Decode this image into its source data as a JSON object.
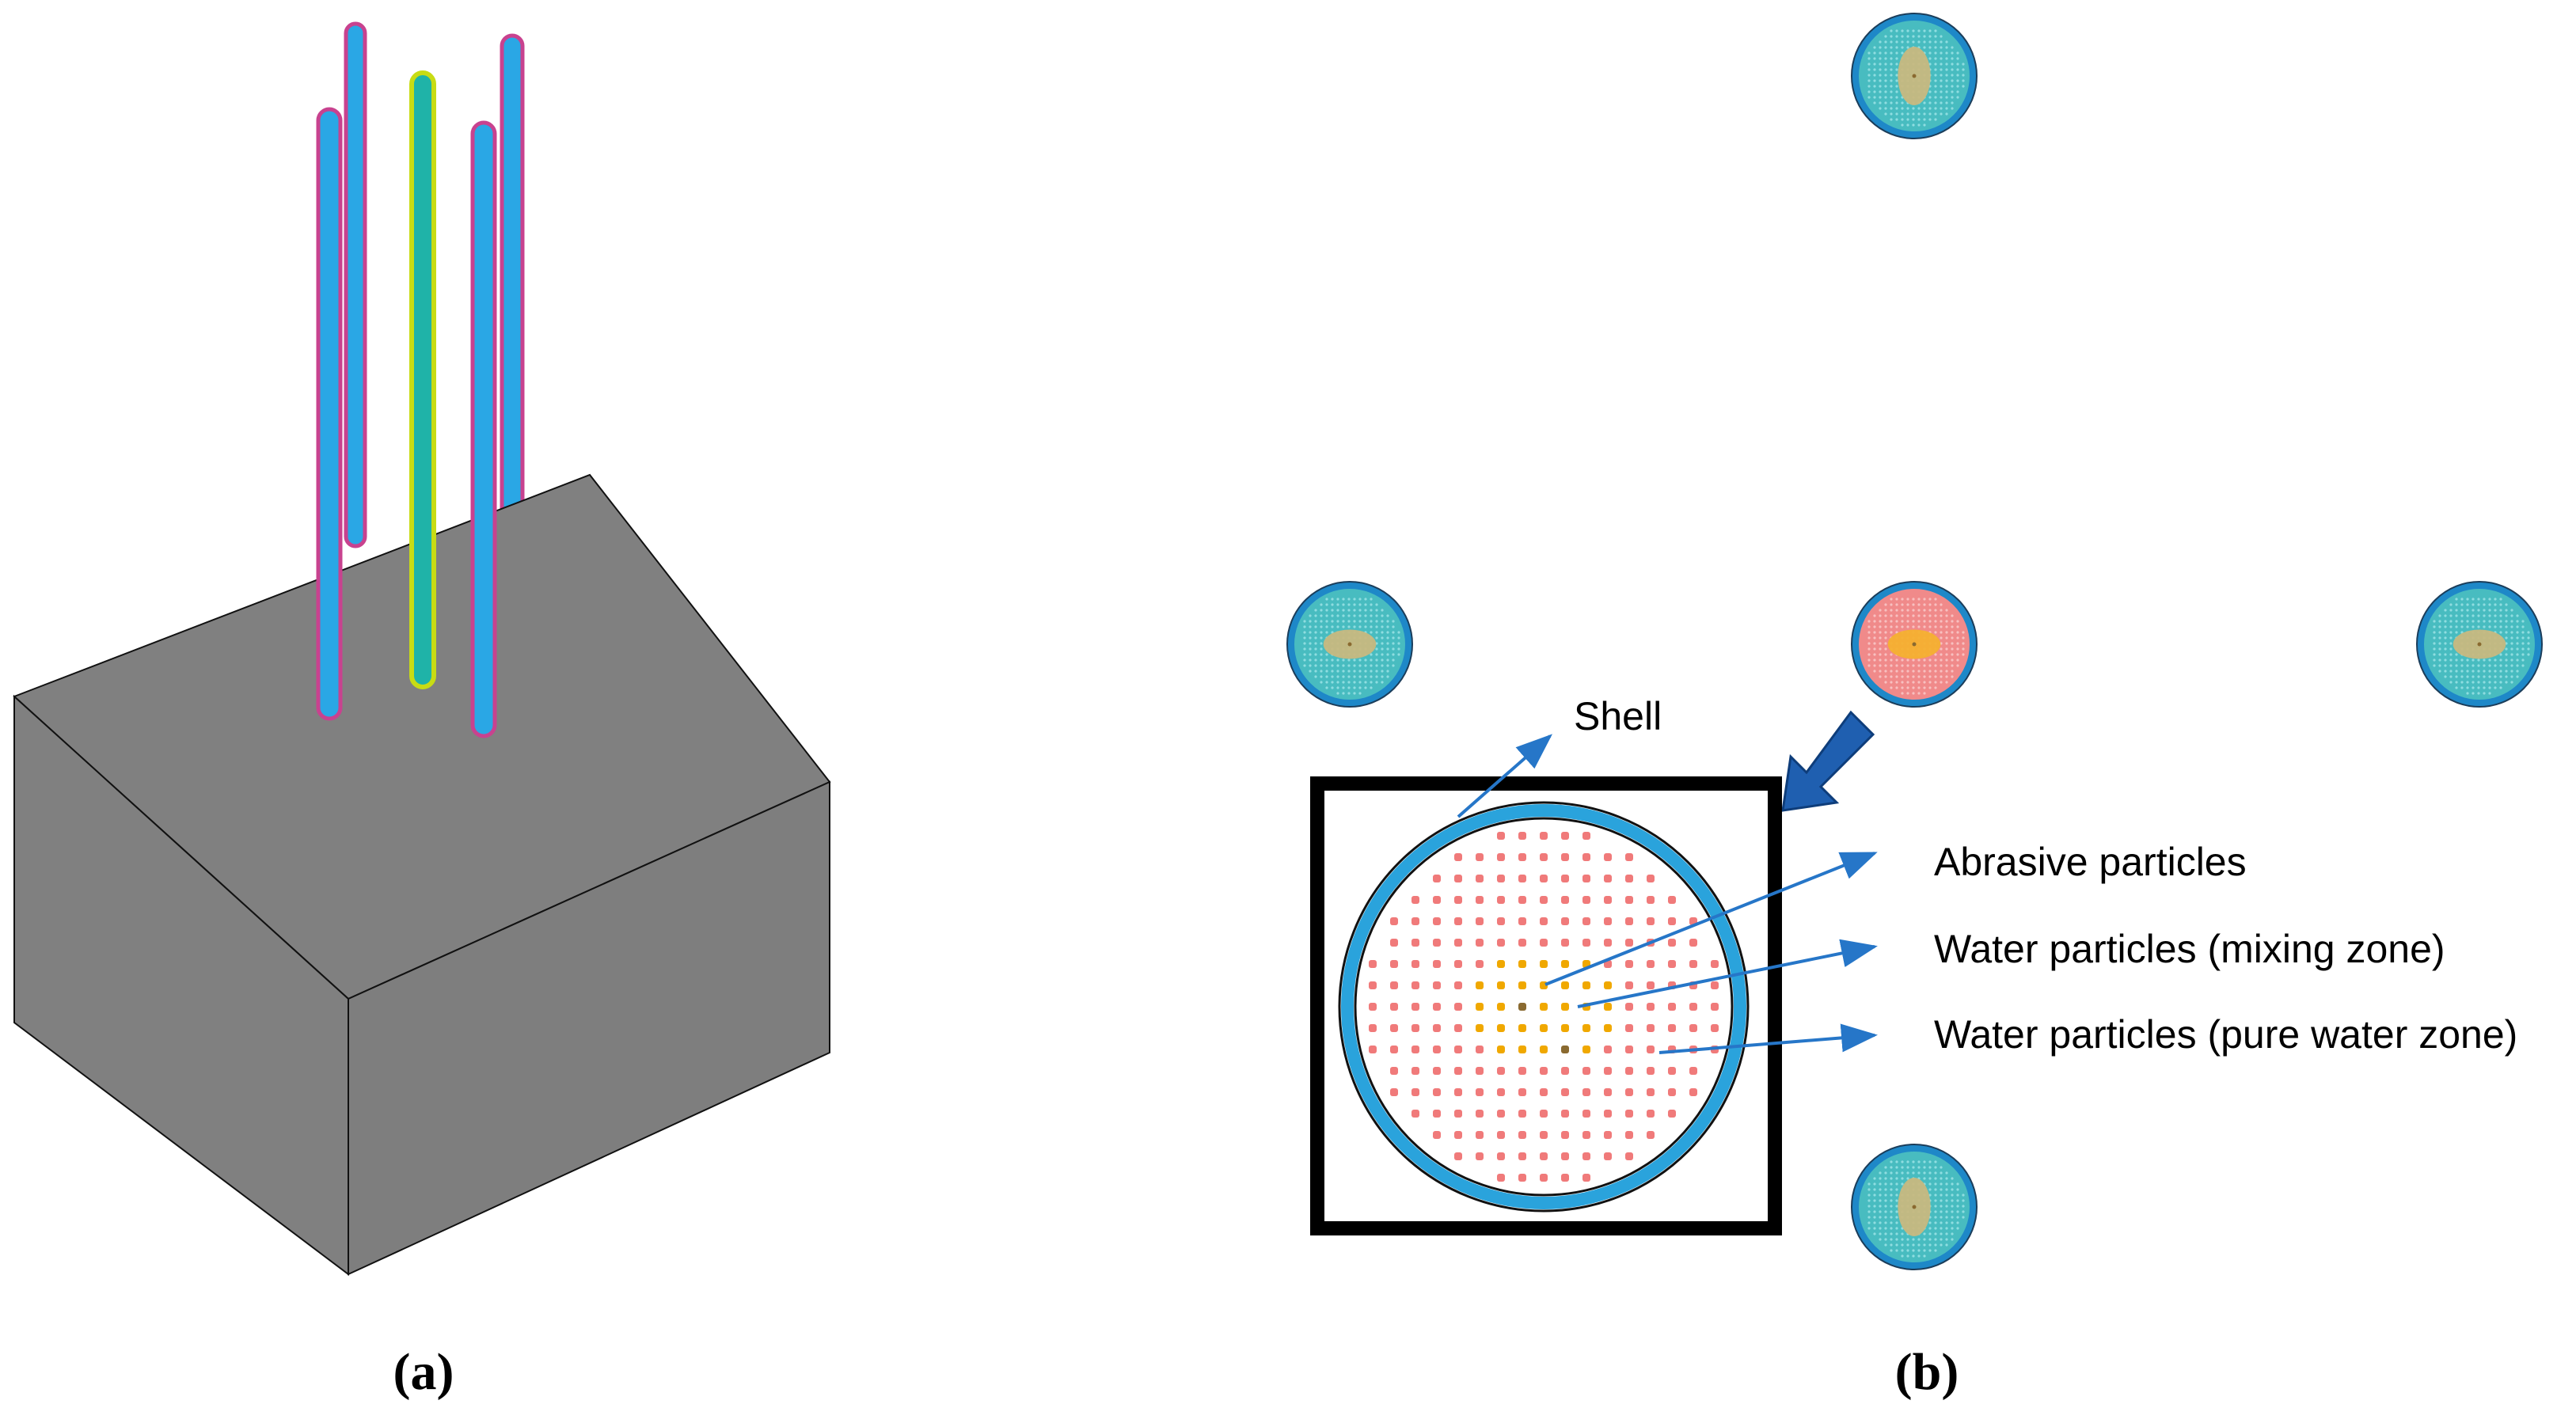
{
  "panels": {
    "a": {
      "label": "(a)"
    },
    "b": {
      "label": "(b)"
    }
  },
  "annotations": {
    "shell": "Shell",
    "abrasive": "Abrasive particles",
    "mixing": "Water particles (mixing zone)",
    "pure": "Water particles (pure water zone)"
  },
  "colors": {
    "block_top": "#808080",
    "block_left": "#808080",
    "block_right": "#7e7e7e",
    "tube_fill": "#2aa7e5",
    "tube_edge": "#c8428f",
    "center_tube_fill": "#1fb3a8",
    "center_tube_edge": "#c8dc14",
    "nozzle_fill": "#48bcc0",
    "nozzle_ring": "#1e88c8",
    "nozzle_core": "#c8b880",
    "center_nozzle_fill": "#f08a8a",
    "center_nozzle_core": "#f4b030",
    "water_dot": "#f07a7a",
    "mixing_dot": "#f0a800",
    "abrasive_dot": "#8a6a30",
    "shell_ring": "#2aa3dc",
    "arrow": "#2676c8",
    "big_arrow": "#1f5fb0",
    "frame": "#000000"
  }
}
